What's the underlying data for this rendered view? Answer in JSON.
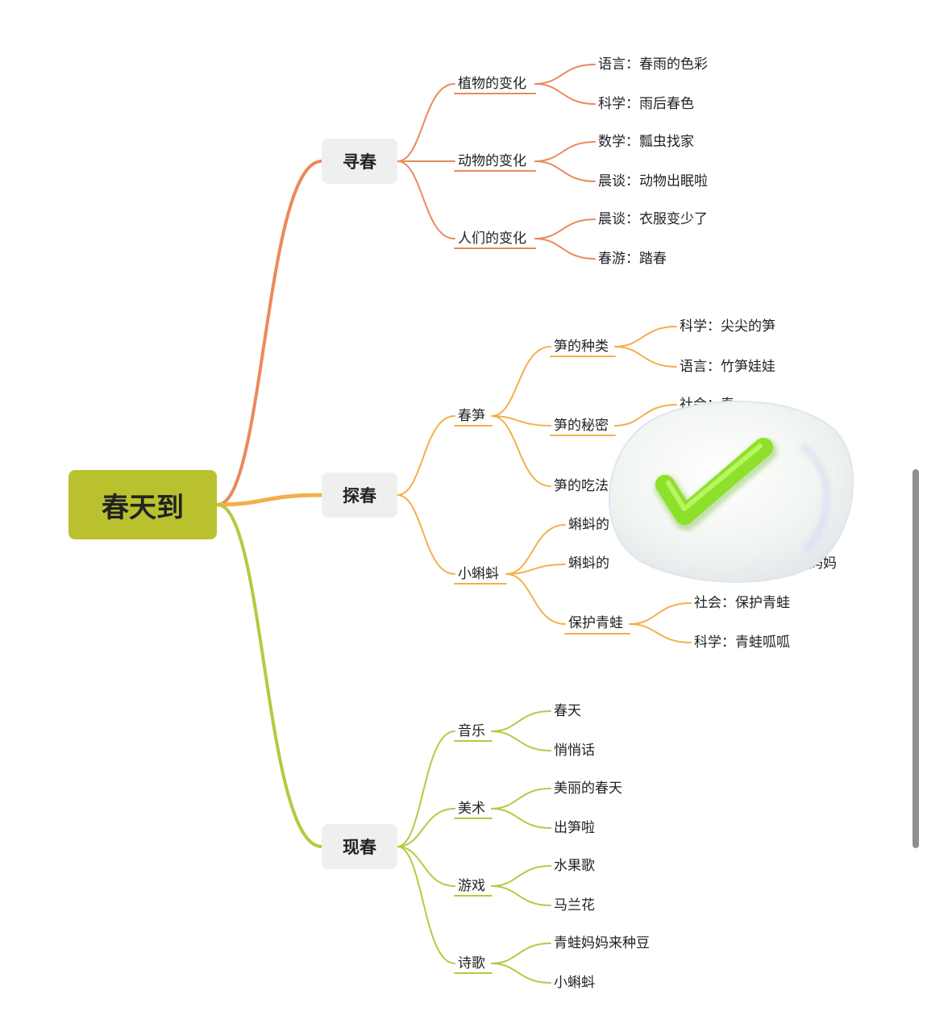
{
  "root": {
    "label": "春天到",
    "color": "#b9c12f"
  },
  "branches": [
    {
      "label": "寻春",
      "color": "#ea8a5b",
      "children": [
        {
          "label": "植物的变化",
          "children": [
            {
              "label": "语言：春雨的色彩"
            },
            {
              "label": "科学：雨后春色"
            }
          ]
        },
        {
          "label": "动物的变化",
          "children": [
            {
              "label": "数学：瓢虫找家"
            },
            {
              "label": "晨谈：动物出眠啦"
            }
          ]
        },
        {
          "label": "人们的变化",
          "children": [
            {
              "label": "晨谈：衣服变少了"
            },
            {
              "label": "春游：踏春"
            }
          ]
        }
      ]
    },
    {
      "label": "探春",
      "color": "#f3b04a",
      "children": [
        {
          "label": "春笋",
          "children": [
            {
              "label": "笋的种类",
              "children": [
                {
                  "label": "科学：尖尖的笋"
                },
                {
                  "label": "语言：竹笋娃娃"
                }
              ]
            },
            {
              "label": "笋的秘密",
              "children": [
                {
                  "label": "社会：春"
                }
              ]
            },
            {
              "label": "笋的吃法",
              "children": []
            }
          ]
        },
        {
          "label": "小蝌蚪",
          "children": [
            {
              "label": "蝌蚪的",
              "children": []
            },
            {
              "label": "蝌蚪的",
              "children": [
                {
                  "label": "妈妈"
                }
              ]
            },
            {
              "label": "保护青蛙",
              "children": [
                {
                  "label": "社会：保护青蛙"
                },
                {
                  "label": "科学：青蛙呱呱"
                }
              ]
            }
          ]
        }
      ]
    },
    {
      "label": "现春",
      "color": "#b6c940",
      "children": [
        {
          "label": "音乐",
          "children": [
            {
              "label": "春天"
            },
            {
              "label": "悄悄话"
            }
          ]
        },
        {
          "label": "美术",
          "children": [
            {
              "label": "美丽的春天"
            },
            {
              "label": "出笋啦"
            }
          ]
        },
        {
          "label": "游戏",
          "children": [
            {
              "label": "水果歌"
            },
            {
              "label": "马兰花"
            }
          ]
        },
        {
          "label": "诗歌",
          "children": [
            {
              "label": "青蛙妈妈来种豆"
            },
            {
              "label": "小蝌蚪"
            }
          ]
        }
      ]
    }
  ],
  "overlay": {
    "icon": "checkmark-icon",
    "check_color": "#8ee02a"
  },
  "scrollbar": {
    "color": "#8f8f8f"
  }
}
